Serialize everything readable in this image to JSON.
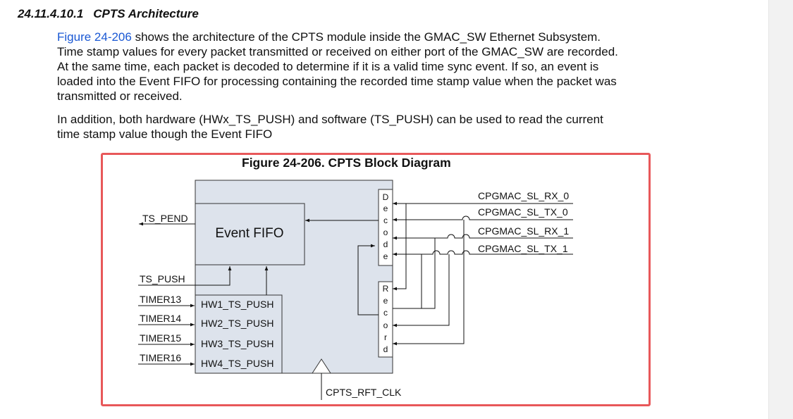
{
  "section": {
    "number": "24.11.4.10.1",
    "title": "CPTS Architecture"
  },
  "paragraphs": {
    "p1": {
      "link": "Figure 24-206",
      "line1": " shows the architecture of the CPTS module inside the GMAC_SW Ethernet Subsystem.",
      "line2": "Time stamp values for every packet transmitted or received on either port of the GMAC_SW are recorded.",
      "line3": "At the same time, each packet is decoded to determine if it is a valid time sync event. If so, an event is",
      "line4": "loaded into the Event FIFO for processing containing the recorded time stamp value when the packet was",
      "line5": "transmitted or received."
    },
    "p2": {
      "line1": "In addition, both hardware (HWx_TS_PUSH) and software (TS_PUSH) can be used to read the current",
      "line2": "time stamp value though the Event FIFO"
    }
  },
  "figure": {
    "caption": "Figure 24-206. CPTS Block Diagram",
    "frame_color": "#e8585a",
    "block_fill": "#dde3ec",
    "labels": {
      "event_fifo": "Event FIFO",
      "ts_pend": "TS_PEND",
      "ts_push": "TS_PUSH",
      "timer13": "TIMER13",
      "timer14": "TIMER14",
      "timer15": "TIMER15",
      "timer16": "TIMER16",
      "hw1": "HW1_TS_PUSH",
      "hw2": "HW2_TS_PUSH",
      "hw3": "HW3_TS_PUSH",
      "hw4": "HW4_TS_PUSH",
      "decode": [
        "D",
        "e",
        "c",
        "o",
        "d",
        "e"
      ],
      "record": [
        "R",
        "e",
        "c",
        "o",
        "r",
        "d"
      ],
      "rx0": "CPGMAC_SL_RX_0",
      "tx0": "CPGMAC_SL_TX_0",
      "rx1": "CPGMAC_SL_RX_1",
      "tx1": "CPGMAC_SL_TX_1",
      "clk": "CPTS_RFT_CLK"
    }
  }
}
